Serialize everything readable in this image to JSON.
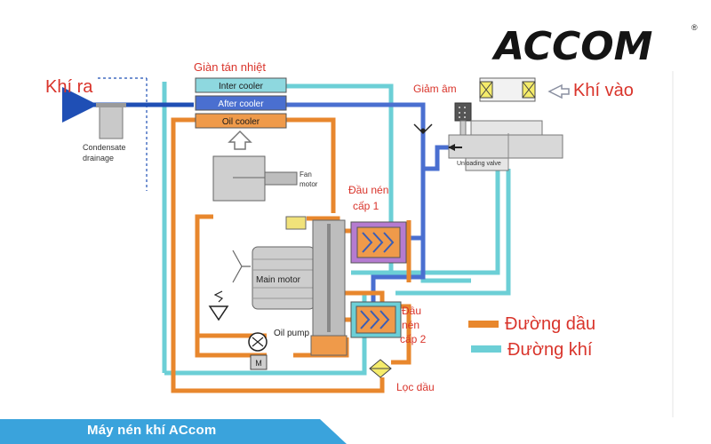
{
  "brand": {
    "logo_text": "ACCOM",
    "registered_mark": "®"
  },
  "labels": {
    "air_out": "Khí ra",
    "air_in": "Khí vào",
    "radiator": "Giàn tán nhiệt",
    "inter_cooler": "Inter cooler",
    "after_cooler": "After cooler",
    "oil_cooler": "Oil cooler",
    "silencer": "Giảm âm",
    "condensate_line1": "Condensate",
    "condensate_line2": "drainage",
    "fan_motor_line1": "Fan",
    "fan_motor_line2": "motor",
    "unloading_valve": "Unloading valve",
    "stage1_line1": "Đầu nén",
    "stage1_line2": "cấp 1",
    "stage2_line1": "Đầu",
    "stage2_line2": "nén",
    "stage2_line3": "cấp 2",
    "main_motor": "Main motor",
    "oil_pump": "Oil pump",
    "pump_motor": "M",
    "oil_filter": "Lọc dầu"
  },
  "legend": [
    {
      "label": "Đường dầu",
      "color": "#e8872d"
    },
    {
      "label": "Đường khí",
      "color": "#6ccfd6"
    }
  ],
  "footer": {
    "caption": "Máy nén khí ACcom"
  },
  "colors": {
    "oil_line": "#e8872d",
    "air_line": "#6ccfd6",
    "air_hot_line": "#4a6fd0",
    "air_out_arrow": "#1f4fb5",
    "red_text": "#d9342b",
    "footer_bg": "#3aa3dc"
  }
}
